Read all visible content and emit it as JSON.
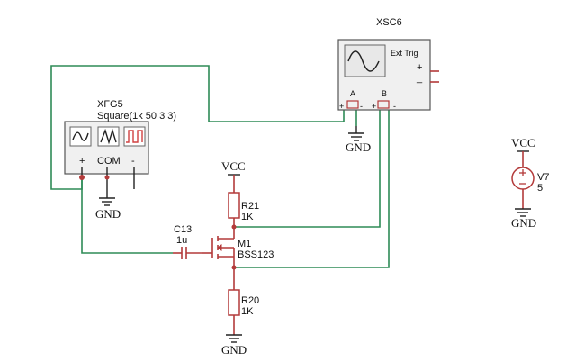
{
  "instruments": {
    "function_generator": {
      "ref": "XFG5",
      "settings": "Square(1k 50 3 3)",
      "terminals": {
        "plus": "+",
        "com": "COM",
        "minus": "-"
      },
      "waveforms": [
        "sine",
        "triangle",
        "square"
      ]
    },
    "oscilloscope": {
      "ref": "XSC6",
      "ext_trig_label": "Ext Trig",
      "ext_trig_plus": "+",
      "ext_trig_minus": "_",
      "channel_a": "A",
      "channel_b": "B",
      "plus": "+",
      "minus": "-"
    }
  },
  "components": {
    "r21": {
      "ref": "R21",
      "value": "1K"
    },
    "r20": {
      "ref": "R20",
      "value": "1K"
    },
    "c13": {
      "ref": "C13",
      "value": "1u"
    },
    "m1": {
      "ref": "M1",
      "part": "BSS123"
    },
    "v7": {
      "ref": "V7",
      "value": "5"
    }
  },
  "power": {
    "vcc_main": "VCC",
    "vcc_v7": "VCC",
    "gnd_scope": "GND",
    "gnd_fg": "GND",
    "gnd_r20": "GND",
    "gnd_v7": "GND"
  },
  "colors": {
    "wire_green": "#2e8b57",
    "wire_red": "#b33a3a",
    "instrument_fill": "#f0f0f0",
    "screen_fill": "#e8e8e8"
  }
}
